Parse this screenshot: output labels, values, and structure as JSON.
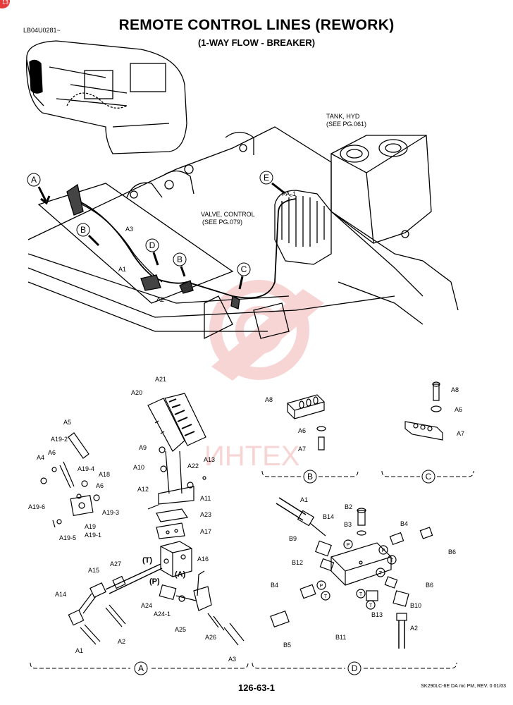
{
  "header": {
    "title": "REMOTE CONTROL LINES (REWORK)",
    "subtitle": "(1-WAY FLOW - BREAKER)",
    "code": "LB04U0281~",
    "corner_tab": "13"
  },
  "footer": {
    "page_number": "126-63-1",
    "doc_ref": "SK290LC-6E DA mc PM, REV. 0 01/03"
  },
  "watermark": {
    "text": "ИНТЕХ",
    "color": "#f3b3b3"
  },
  "callouts": {
    "tank": [
      "TANK, HYD",
      "(SEE PG.061)"
    ],
    "valve": [
      "VALVE, CONTROL",
      "(SEE PG.079)"
    ],
    "main_letters": {
      "a": "A",
      "b1": "B",
      "b2": "B",
      "c": "C",
      "d": "D",
      "e": "E"
    },
    "main_parts": {
      "a1": "A1",
      "a2": "A2",
      "a3": "A3",
      "pa": "PA₀1"
    }
  },
  "panel_a": {
    "letter": "A",
    "flow": {
      "t": "(T)",
      "p": "(P)",
      "a": "(A)"
    },
    "parts": {
      "a1": "A1",
      "a2": "A2",
      "a3": "A3",
      "a4": "A4",
      "a5": "A5",
      "a6": "A6",
      "a9": "A9",
      "a10": "A10",
      "a11": "A11",
      "a12": "A12",
      "a13": "A13",
      "a14": "A14",
      "a15": "A15",
      "a16": "A16",
      "a17": "A17",
      "a20": "A20",
      "a21": "A21",
      "a22": "A22",
      "a23": "A23",
      "a24": "A24",
      "a24_1": "A24-1",
      "a25": "A25",
      "a26": "A26",
      "a27": "A27",
      "a19_2": "A19-2",
      "a19_4": "A19-4",
      "a18": "A18",
      "a6b": "A6",
      "a19_6": "A19-6",
      "a19_3": "A19-3",
      "a19": "A19",
      "a19_1": "A19-1",
      "a19_5": "A19-5"
    }
  },
  "panel_b": {
    "letter": "B",
    "parts": {
      "a8": "A8",
      "a6": "A6",
      "a7": "A7"
    }
  },
  "panel_c": {
    "letter": "C",
    "parts": {
      "a8": "A8",
      "a6": "A6",
      "a7": "A7"
    }
  },
  "panel_d": {
    "letter": "D",
    "parts": {
      "a1": "A1",
      "a2": "A2",
      "b2": "B2",
      "b3": "B3",
      "b4a": "B4",
      "b4b": "B4",
      "b5": "B5",
      "b6a": "B6",
      "b6b": "B6",
      "b9": "B9",
      "b10": "B10",
      "b11": "B11",
      "b12": "B12",
      "b13": "B13",
      "b14": "B14"
    },
    "port_p": "P",
    "port_t": "T"
  }
}
